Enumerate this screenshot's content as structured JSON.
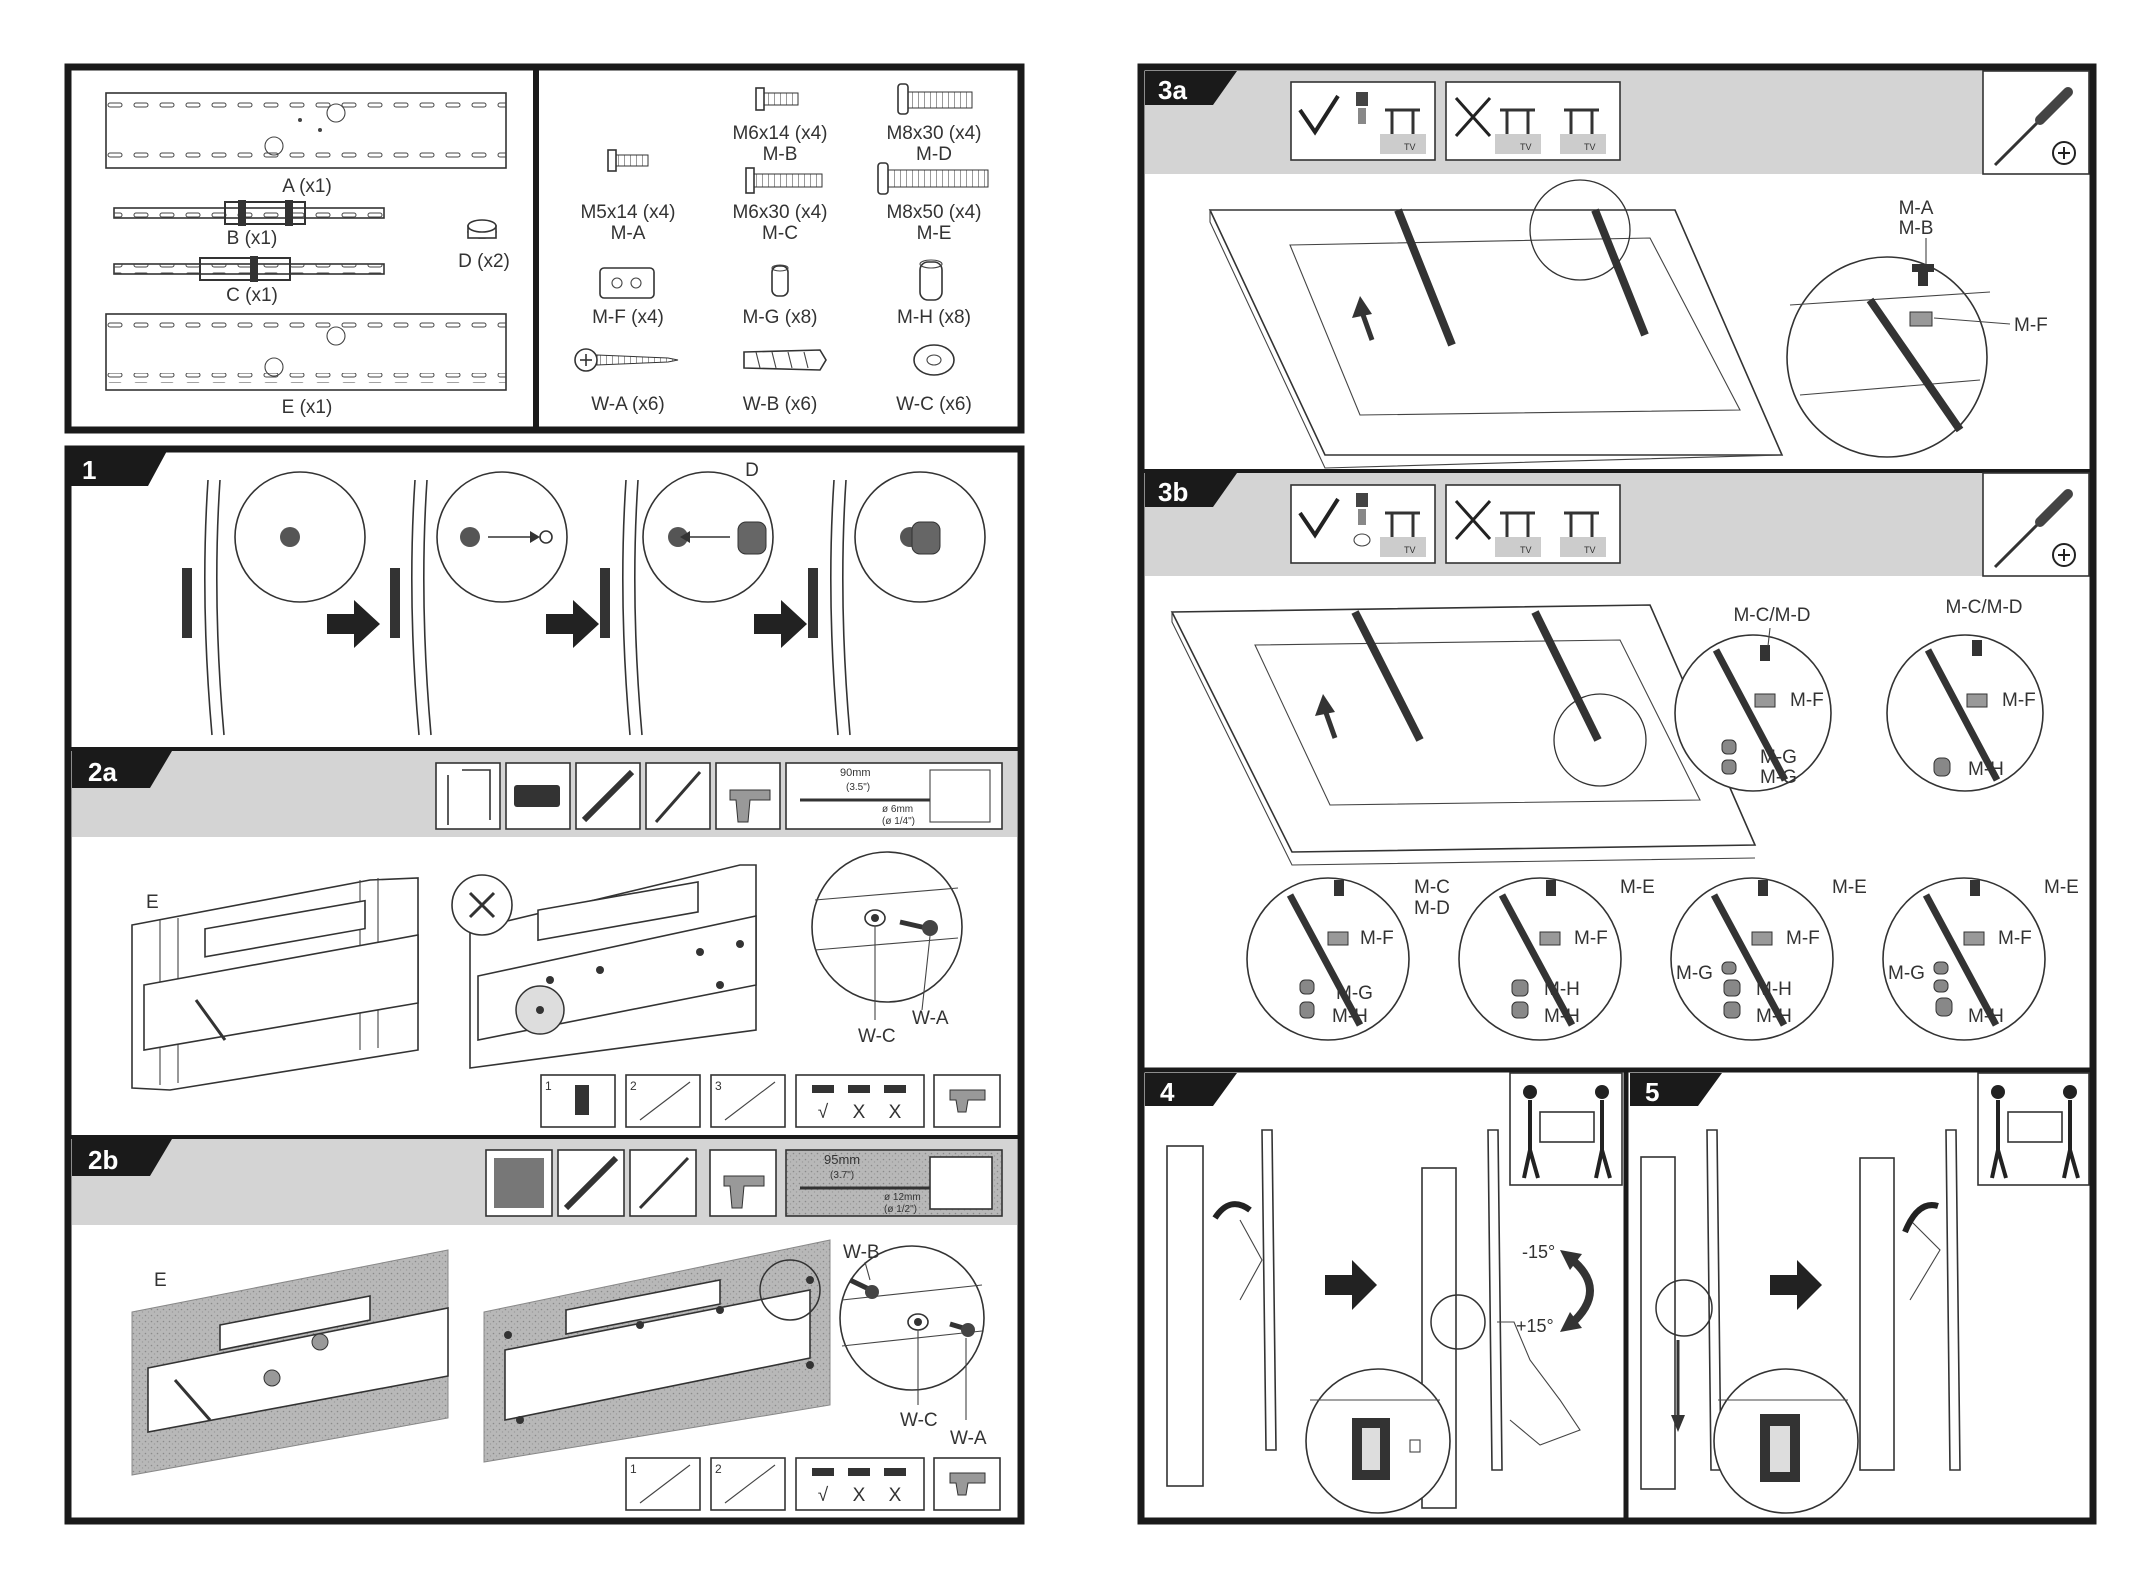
{
  "parts": {
    "plates": [
      {
        "label": "A (x1)"
      },
      {
        "label": "B (x1)"
      },
      {
        "label": "C (x1)"
      },
      {
        "label": "D (x2)"
      },
      {
        "label": "E (x1)"
      }
    ],
    "hardware": [
      {
        "label": "M6x14 (x4)",
        "code": "M-B"
      },
      {
        "label": "M8x30 (x4)",
        "code": "M-D"
      },
      {
        "label": "M5x14 (x4)",
        "code": "M-A"
      },
      {
        "label": "M6x30 (x4)",
        "code": "M-C"
      },
      {
        "label": "M8x50 (x4)",
        "code": "M-E"
      },
      {
        "label": "M-F (x4)"
      },
      {
        "label": "M-G (x8)"
      },
      {
        "label": "M-H (x8)"
      },
      {
        "label": "W-A (x6)"
      },
      {
        "label": "W-B (x6)"
      },
      {
        "label": "W-C (x6)"
      }
    ]
  },
  "steps": {
    "s1": {
      "number": "1",
      "callout": "D"
    },
    "s2a": {
      "number": "2a",
      "callout_e": "E",
      "wc": "W-C",
      "wa": "W-A",
      "drill_depth": "90mm",
      "drill_depth_in": "(3.5\")",
      "drill_dia": "ø 6mm",
      "drill_dia_in": "(ø 1/4\")",
      "check": "√",
      "cross1": "X",
      "cross2": "X",
      "sub1": "1",
      "sub2": "2",
      "sub3": "3"
    },
    "s2b": {
      "number": "2b",
      "callout_e": "E",
      "wb": "W-B",
      "wc": "W-C",
      "wa": "W-A",
      "drill_depth": "95mm",
      "drill_depth_in": "(3.7\")",
      "drill_dia": "ø 12mm",
      "drill_dia_in": "(ø 1/2\")",
      "check": "√",
      "cross1": "X",
      "cross2": "X",
      "sub1": "1",
      "sub2": "2"
    },
    "s3a": {
      "number": "3a",
      "ma": "M-A",
      "mb": "M-B",
      "mf": "M-F",
      "tv": "TV"
    },
    "s3b": {
      "number": "3b",
      "mcmd1": "M-C/M-D",
      "mcmd2": "M-C/M-D",
      "mf": "M-F",
      "mg": "M-G",
      "mh": "M-H",
      "mc": "M-C",
      "md": "M-D",
      "me": "M-E",
      "tv": "TV"
    },
    "s4": {
      "number": "4",
      "tilt_up": "-15°",
      "tilt_down": "+15°"
    },
    "s5": {
      "number": "5"
    }
  },
  "colors": {
    "frame": "#1a1a1a",
    "band": "#d4d4d4",
    "wall": "#b3b3b3"
  }
}
